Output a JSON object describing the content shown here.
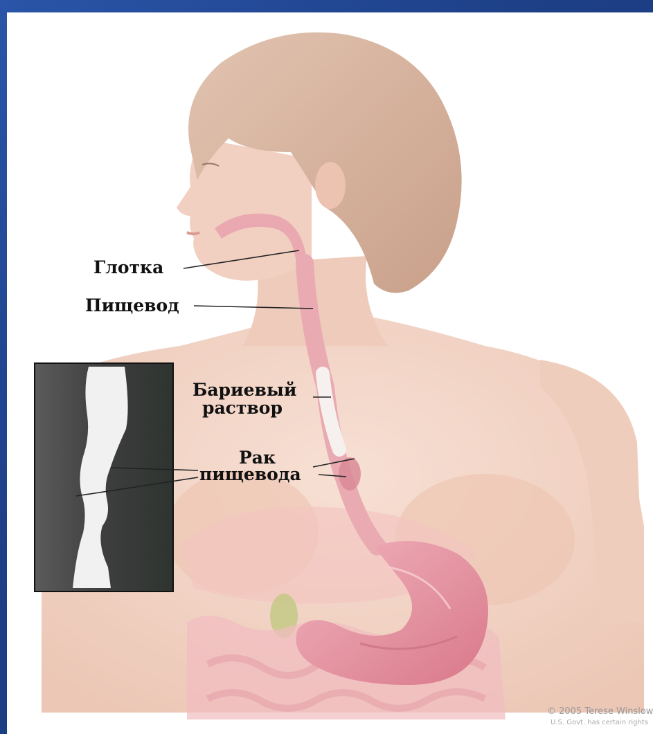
{
  "labels": {
    "pharynx": "Глотка",
    "esophagus": "Пищевод",
    "barium_line1": "Бариевый",
    "barium_line2": "раствор",
    "cancer_line1": "Рак",
    "cancer_line2": "пищевода"
  },
  "credit": {
    "line1": "© 2005 Terese Winslow",
    "line2": "U.S. Govt. has certain rights"
  },
  "colors": {
    "frame": "#1c3f86",
    "skin": "#f2d3c4",
    "hair": "#d9b8a4",
    "esophagus": "#e9aab2",
    "stomach": "#e48f9c",
    "xray_dark": "#3d3d3d"
  }
}
